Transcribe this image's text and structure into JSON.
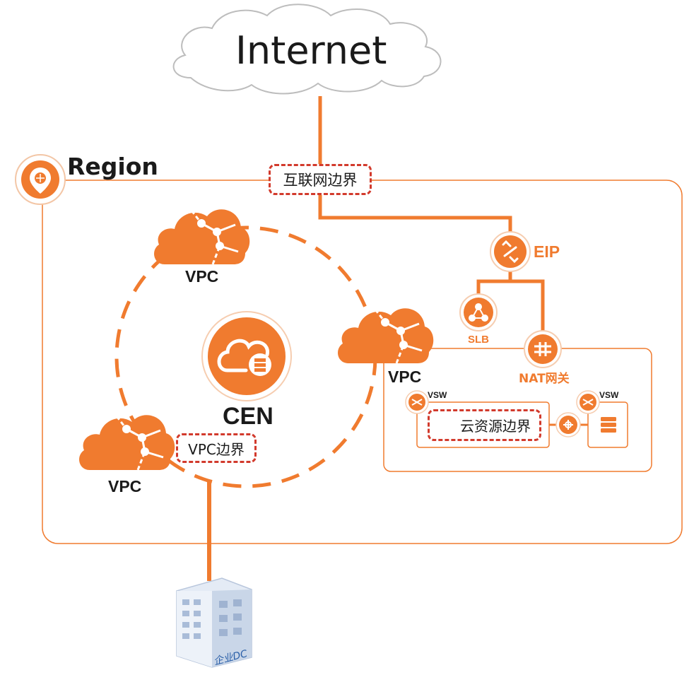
{
  "colors": {
    "accent": "#f07b2f",
    "accent_dark": "#e0651c",
    "boundary_red": "#d23a2c",
    "text_dark": "#1a1a1a",
    "building": "#c9d6e8"
  },
  "internet": {
    "label": "Internet"
  },
  "internet_boundary": {
    "label": "互联网边界"
  },
  "region": {
    "label": "Region"
  },
  "eip": {
    "label": "EIP"
  },
  "slb": {
    "label": "SLB"
  },
  "nat": {
    "label": "NAT网关"
  },
  "vpcs": {
    "top": "VPC",
    "left": "VPC",
    "right": "VPC"
  },
  "cen": {
    "label": "CEN"
  },
  "vpc_boundary": {
    "label": "VPC边界"
  },
  "vsw": {
    "left": "VSW",
    "right": "VSW"
  },
  "cloud_resource_boundary": {
    "label": "云资源边界"
  },
  "enterprise_dc": {
    "label": "企业DC"
  },
  "icons": [
    "globe-icon",
    "cen-icon",
    "eip-icon",
    "slb-icon",
    "nat-gateway-icon",
    "vsw-icon",
    "server-icon",
    "router-icon",
    "building-icon",
    "vpc-cloud-icon"
  ]
}
